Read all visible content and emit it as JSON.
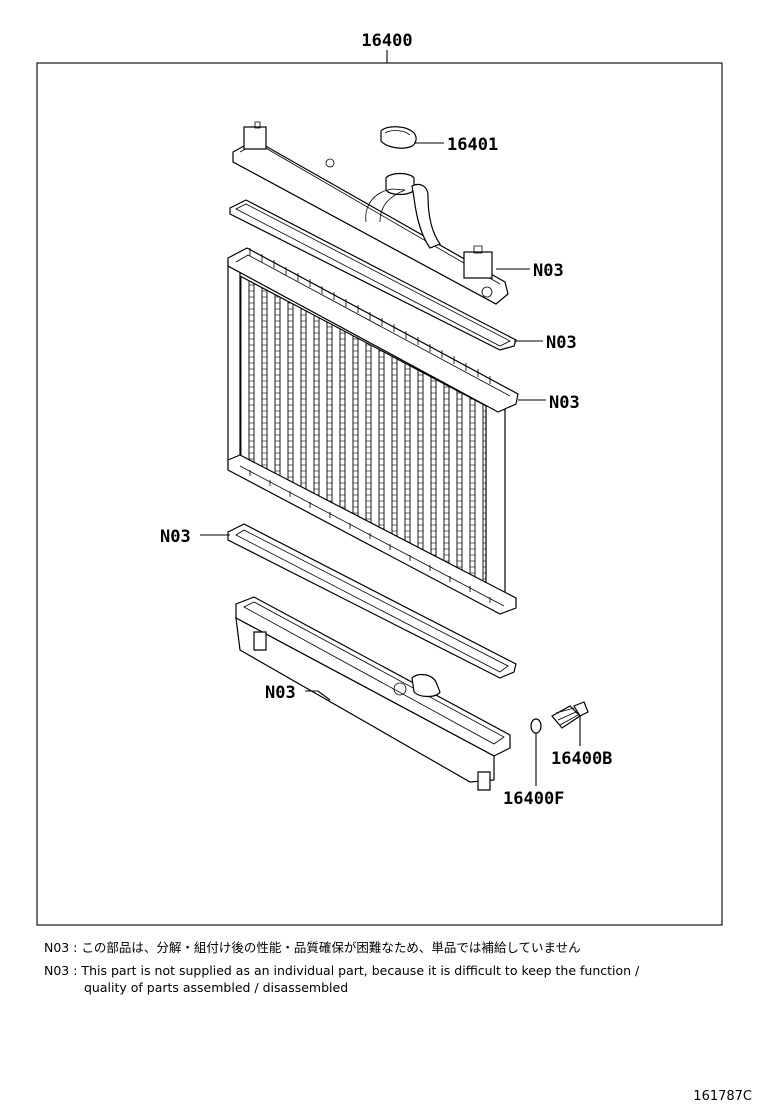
{
  "callouts": {
    "assembly": "16400",
    "cap": "16401",
    "gasket_upper": "N03",
    "gasket_upper_2": "N03",
    "core": "N03",
    "gasket_lower": "N03",
    "tank_lower": "N03",
    "drain_cock": "16400B",
    "o_ring": "16400F"
  },
  "notes": {
    "jp_code": "N03",
    "jp_text": ": この部品は、分解・組付け後の性能・品質確保が困難なため、単品では補給していません",
    "en_code": "N03",
    "en_line1": ": This part is not supplied as an individual part, because it is difficult to keep the function /",
    "en_line2": "quality of parts assembled / disassembled"
  },
  "figure_code": "161787C"
}
